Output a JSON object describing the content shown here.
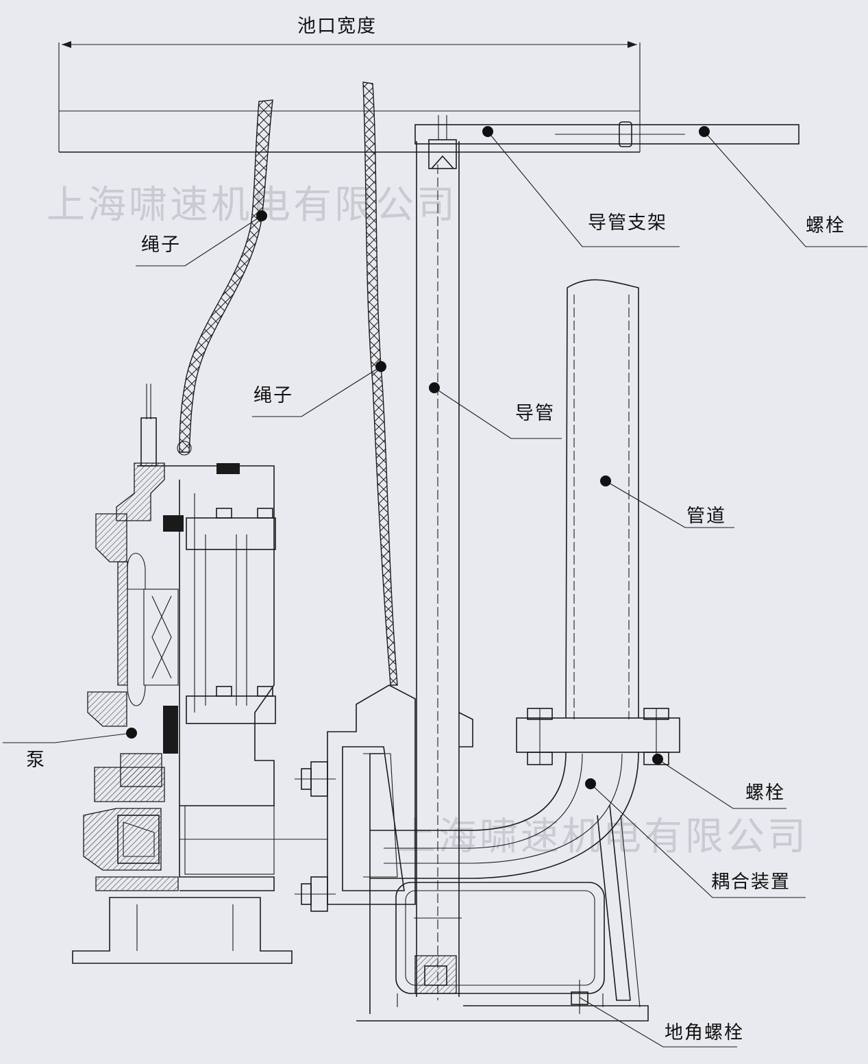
{
  "title": "池口宽度",
  "watermark": "上海啸速机电有限公司",
  "labels": {
    "rope_upper": "绳子",
    "rope_lower": "绳子",
    "guide_bracket": "导管支架",
    "bolt_top": "螺栓",
    "guide_pipe": "导管",
    "pipeline": "管道",
    "pump": "泵",
    "bolt_right": "螺栓",
    "coupling_device": "耦合装置",
    "anchor_bolt": "地角螺栓"
  },
  "colors": {
    "background": "#e9eaef",
    "line": "#1a1a1a",
    "watermark": "#c9cbd2"
  }
}
